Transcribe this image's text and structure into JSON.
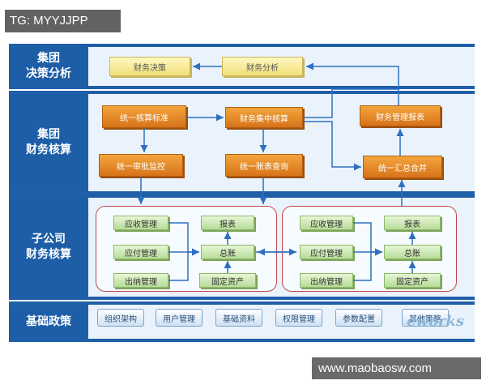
{
  "watermark_top": "TG: MYYJJPP",
  "watermark_bottom": "www.maobaosw.com",
  "logo": "eworks",
  "rows": {
    "decision": "集团\n决策分析",
    "accounting": "集团\n财务核算",
    "subsidiary": "子公司\n财务核算",
    "policy": "基础政策"
  },
  "decision_boxes": [
    "财务决策",
    "财务分析"
  ],
  "accounting_boxes": {
    "unified_standard": "统一核算标准",
    "central_accounting": "财务集中核算",
    "mgmt_report": "财务管理报表",
    "unified_audit": "统一审批监控",
    "unified_ledger_query": "统一账表查询",
    "unified_consolidation": "统一汇总合并"
  },
  "subsidiary_groups": [
    {
      "receivable": "应收管理",
      "payable": "应付管理",
      "cashier": "出纳管理",
      "report": "报表",
      "ledger": "总账",
      "fixed_assets": "固定资产"
    },
    {
      "receivable": "应收管理",
      "payable": "应付管理",
      "cashier": "出纳管理",
      "report": "报表",
      "ledger": "总账",
      "fixed_assets": "固定资产"
    }
  ],
  "policy_items": [
    "组织架构",
    "用户管理",
    "基础资料",
    "权限管理",
    "参数配置",
    "其他策略"
  ]
}
